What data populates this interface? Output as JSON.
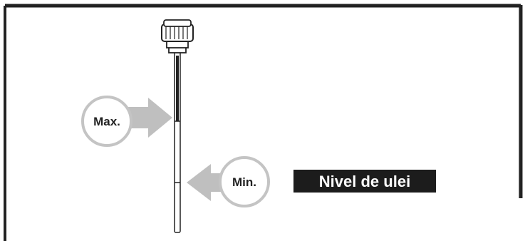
{
  "diagram": {
    "max_label": "Max.",
    "min_label": "Min.",
    "title_label": "Nivel de ulei",
    "icons": [
      "dipstick-icon",
      "dipstick-cap-icon",
      "arrow-right-icon",
      "arrow-left-icon"
    ],
    "colors": {
      "frame": "#222222",
      "arrow": "#bfbfbf",
      "circle_border": "#bfbfbf",
      "label_bg": "#1c1c1c",
      "label_text": "#ffffff"
    }
  }
}
